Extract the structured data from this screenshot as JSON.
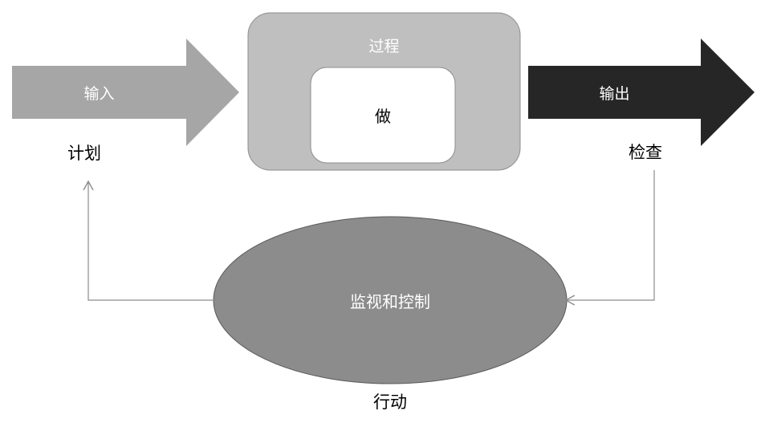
{
  "diagram": {
    "input_label": "输入",
    "process_label": "过程",
    "do_label": "做",
    "output_label": "输出",
    "plan_label": "计划",
    "check_label": "检查",
    "monitor_label": "监视和控制",
    "action_label": "行动"
  },
  "colors": {
    "input_arrow": "#a6a6a6",
    "process_box": "#bfbfbf",
    "do_box": "#ffffff",
    "output_arrow": "#262626",
    "ellipse": "#8c8c8c",
    "connector": "#8c8c8c",
    "text_light": "#ffffff",
    "text_dark": "#000000"
  }
}
